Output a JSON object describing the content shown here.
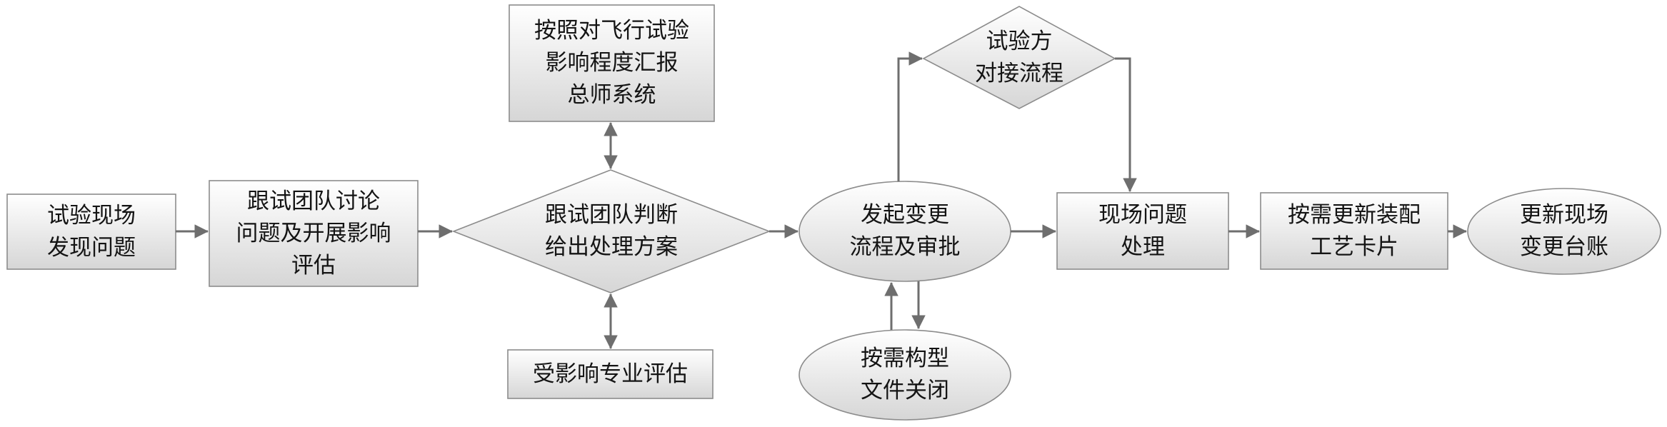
{
  "nodes": {
    "site_issue": {
      "lines": [
        "试验现场",
        "发现问题"
      ]
    },
    "team_discussion": {
      "lines": [
        "跟试团队讨论",
        "问题及开展影响",
        "评估"
      ]
    },
    "report_chief": {
      "lines": [
        "按照对飞行试验",
        "影响程度汇报",
        "总师系统"
      ]
    },
    "team_decision": {
      "lines": [
        "跟试团队判断",
        "给出处理方案"
      ]
    },
    "specialty_eval": {
      "lines": [
        "受影响专业评估"
      ]
    },
    "tester_process": {
      "lines": [
        "试验方",
        "对接流程"
      ]
    },
    "change_approval": {
      "lines": [
        "发起变更",
        "流程及审批"
      ]
    },
    "config_close": {
      "lines": [
        "按需构型",
        "文件关闭"
      ]
    },
    "site_handling": {
      "lines": [
        "现场问题",
        "处理"
      ]
    },
    "update_card": {
      "lines": [
        "按需更新装配",
        "工艺卡片"
      ]
    },
    "update_ledger": {
      "lines": [
        "更新现场",
        "变更台账"
      ]
    }
  },
  "colors": {
    "box_fill_top": "#ffffff",
    "box_fill_bottom": "#d6d6d6",
    "border": "#8c8c8c",
    "arrow": "#6e6e6e",
    "text": "#141414"
  }
}
